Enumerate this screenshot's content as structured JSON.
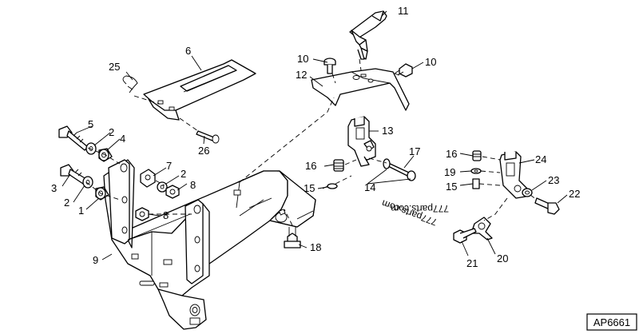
{
  "figure": {
    "reference_code": "AP6661",
    "watermarks": [
      "777parts.com",
      "777parts.com"
    ]
  },
  "callouts": {
    "p1": "1",
    "p2a": "2",
    "p2b": "2",
    "p2c": "2",
    "p3": "3",
    "p4": "4",
    "p5": "5",
    "p6": "6",
    "p7": "7",
    "p8a": "8",
    "p8b": "8",
    "p9": "9",
    "p10a": "10",
    "p10b": "10",
    "p11": "11",
    "p12": "12",
    "p13": "13",
    "p14": "14",
    "p15a": "15",
    "p15b": "15",
    "p16a": "16",
    "p16b": "16",
    "p17": "17",
    "p18": "18",
    "p19": "19",
    "p20": "20",
    "p21": "21",
    "p22": "22",
    "p23": "23",
    "p24": "24",
    "p25": "25",
    "p26": "26"
  }
}
